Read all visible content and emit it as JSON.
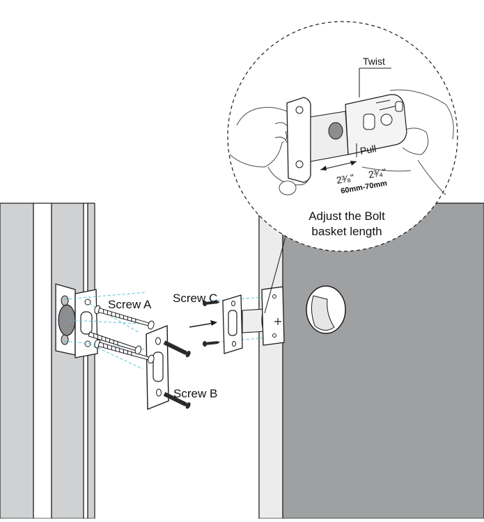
{
  "labels": {
    "screw_a": "Screw A",
    "screw_b": "Screw B",
    "screw_c": "Screw C",
    "twist": "Twist",
    "pull": "Pull",
    "dim_min": "2³⁄₈\"",
    "dim_max": "2³⁄₄\"",
    "dim_metric": "60mm-70mm",
    "caption_line1": "Adjust the Bolt",
    "caption_line2": "basket length"
  },
  "colors": {
    "door_left": "#d0d1d3",
    "door_right": "#9fa0a2",
    "frame": "#ffffff",
    "line": "#1a1a1a",
    "guide": "#5bc0d8"
  }
}
